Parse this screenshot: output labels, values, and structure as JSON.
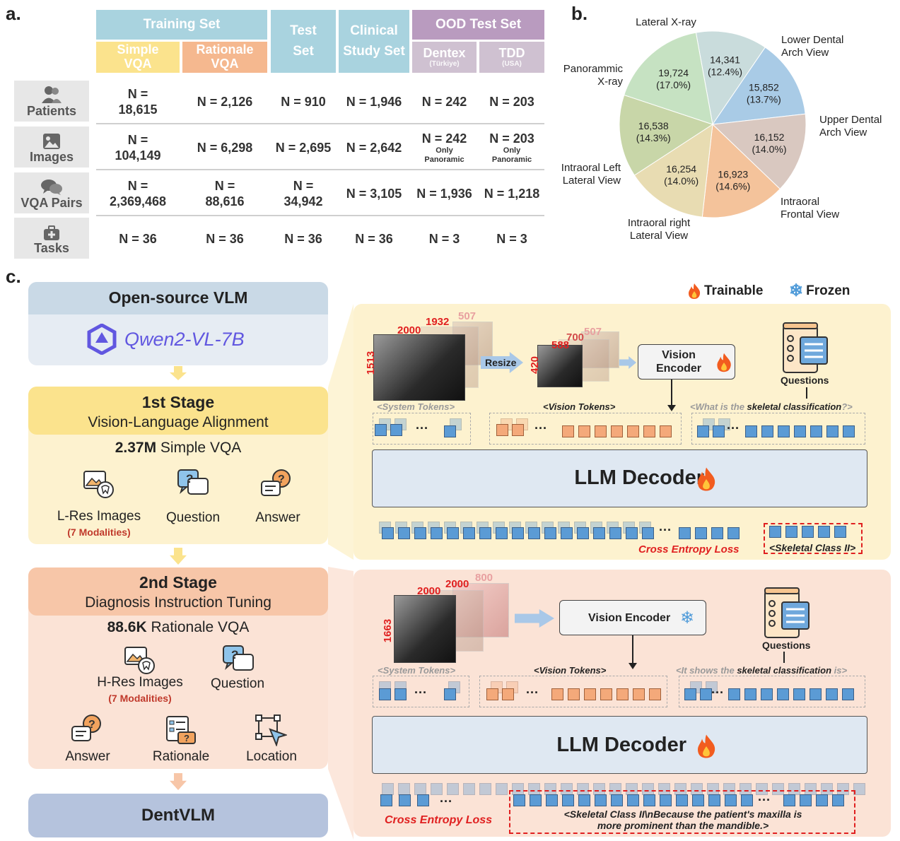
{
  "panel_a": {
    "letter": "a.",
    "headers": {
      "training_set": "Training Set",
      "simple_vqa": "Simple VQA",
      "rationale_vqa": "Rationale VQA",
      "test_set": "Test Set",
      "clinical_study_set": "Clinical Study Set",
      "ood_test_set": "OOD Test Set",
      "dentex": "Dentex",
      "dentex_sub": "(Türkiye)",
      "tdd": "TDD",
      "tdd_sub": "(USA)"
    },
    "rows": [
      {
        "label": "Patients",
        "icon": "patients-icon",
        "values": [
          "N = 18,615",
          "N = 2,126",
          "N = 910",
          "N = 1,946",
          "N = 242",
          "N = 203"
        ],
        "notes": [
          "",
          "",
          "",
          "",
          "",
          ""
        ]
      },
      {
        "label": "Images",
        "icon": "image-icon",
        "values": [
          "N = 104,149",
          "N = 6,298",
          "N = 2,695",
          "N = 2,642",
          "N = 242",
          "N = 203"
        ],
        "notes": [
          "",
          "",
          "",
          "",
          "Only Panoramic",
          "Only Panoramic"
        ]
      },
      {
        "label": "VQA Pairs",
        "icon": "chat-icon",
        "values": [
          "N = 2,369,468",
          "N = 88,616",
          "N = 34,942",
          "N = 3,105",
          "N = 1,936",
          "N = 1,218"
        ],
        "notes": [
          "",
          "",
          "",
          "",
          "",
          ""
        ]
      },
      {
        "label": "Tasks",
        "icon": "medical-kit-icon",
        "values": [
          "N = 36",
          "N = 36",
          "N = 36",
          "N = 36",
          "N = 3",
          "N = 3"
        ],
        "notes": [
          "",
          "",
          "",
          "",
          "",
          ""
        ]
      }
    ],
    "colors": {
      "training": "#a9d3df",
      "simple": "#fbe38d",
      "rationale": "#f5b88f",
      "test": "#a9d3df",
      "ood": "#b99bbf",
      "ood_sub": "#cfc1d1"
    }
  },
  "panel_b": {
    "letter": "b.",
    "chart_data": {
      "type": "pie",
      "title": "",
      "slices": [
        {
          "label": "Lateral X-ray",
          "value": 14341,
          "value_text": "14,341",
          "pct_text": "(12.4%)",
          "color": "#c9dcdc"
        },
        {
          "label": "Lower Dental Arch View",
          "value": 15852,
          "value_text": "15,852",
          "pct_text": "(13.7%)",
          "color": "#a9cbe6"
        },
        {
          "label": "Upper Dental Arch View",
          "value": 16152,
          "value_text": "16,152",
          "pct_text": "(14.0%)",
          "color": "#d9c8c0"
        },
        {
          "label": "Intraoral Frontal View",
          "value": 16923,
          "value_text": "16,923",
          "pct_text": "(14.6%)",
          "color": "#f4c39b"
        },
        {
          "label": "Intraoral right Lateral View",
          "value": 16254,
          "value_text": "16,254",
          "pct_text": "(14.0%)",
          "color": "#e8dcb2"
        },
        {
          "label": "Intraoral Left Lateral View",
          "value": 16538,
          "value_text": "16,538",
          "pct_text": "(14.3%)",
          "color": "#c8d6a8"
        },
        {
          "label": "Panorammic X-ray",
          "value": 19724,
          "value_text": "19,724",
          "pct_text": "(17.0%)",
          "color": "#c6e2c2"
        }
      ]
    }
  },
  "panel_c": {
    "letter": "c.",
    "legend": {
      "trainable": "Trainable",
      "frozen": "Frozen"
    },
    "open_source_title": "Open-source VLM",
    "model_name": "Qwen2-VL-7B",
    "stage1": {
      "title": "1st Stage",
      "subtitle": "Vision-Language Alignment",
      "count": "2.37M",
      "count_suffix": "Simple VQA",
      "items": [
        "L-Res Images",
        "Question",
        "Answer"
      ],
      "modalities": "(7 Modalities)"
    },
    "stage2": {
      "title": "2nd Stage",
      "subtitle": "Diagnosis Instruction Tuning",
      "count": "88.6K",
      "count_suffix": "Rationale VQA",
      "items": [
        "H-Res Images",
        "Question",
        "Answer",
        "Rationale",
        "Location"
      ],
      "modalities": "(7 Modalities)"
    },
    "final": "DentVLM",
    "top": {
      "dims": {
        "w1": "2000",
        "w2": "1932",
        "w3": "507",
        "h1": "1513",
        "rw1": "588",
        "rw2": "700",
        "rw3": "507",
        "rh": "420"
      },
      "resize": "Resize",
      "encoder": "Vision Encoder",
      "questions": "Questions",
      "system_tokens": "<System Tokens>",
      "vision_tokens": "<Vision Tokens>",
      "question_prefix": "<What is the ",
      "question_bold": "skeletal classification",
      "question_suffix": "?>",
      "decoder": "LLM Decoder",
      "loss": "Cross Entropy Loss",
      "answer": "<Skeletal Class II>"
    },
    "bottom": {
      "dims": {
        "w1": "2000",
        "w2": "2000",
        "w3": "800",
        "h1": "1663"
      },
      "encoder": "Vision Encoder",
      "questions": "Questions",
      "system_tokens": "<System Tokens>",
      "vision_tokens": "<Vision Tokens>",
      "question_prefix": "<It shows the ",
      "question_bold": "skeletal classification",
      "question_suffix": " is>",
      "decoder": "LLM Decoder",
      "loss": "Cross Entropy Loss",
      "answer_line1": "<Skeletal Class II\\nBecause the patient's maxilla is",
      "answer_line2": "more prominent than the mandible.>"
    }
  }
}
